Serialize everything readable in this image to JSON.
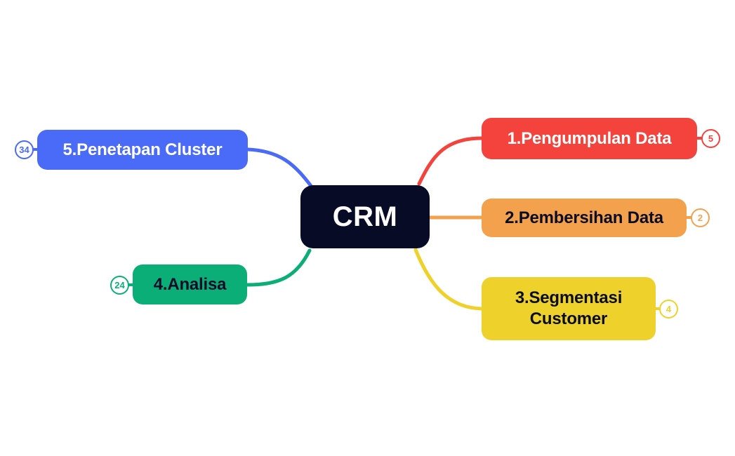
{
  "canvas": {
    "background": "#ffffff"
  },
  "root": {
    "label": "CRM",
    "bg": "#070b26",
    "text_color": "#ffffff"
  },
  "branches": [
    {
      "id": "pengumpulan-data",
      "label": "1.Pengumpulan Data",
      "badge": "5",
      "color": "#f4433c",
      "text_color": "#ffffff",
      "side": "right"
    },
    {
      "id": "pembersihan-data",
      "label": "2.Pembersihan Data",
      "badge": "2",
      "color": "#f4a14e",
      "text_color": "#0a0d28",
      "side": "right"
    },
    {
      "id": "segmentasi-customer",
      "label": "3.Segmentasi Customer",
      "badge": "4",
      "color": "#eed22b",
      "text_color": "#0a0d28",
      "side": "right"
    },
    {
      "id": "analisa",
      "label": "4.Analisa",
      "badge": "24",
      "color": "#0cae77",
      "text_color": "#0a0d28",
      "side": "left"
    },
    {
      "id": "penetapan-cluster",
      "label": "5.Penetapan Cluster",
      "badge": "34",
      "color": "#4a6bf7",
      "text_color": "#ffffff",
      "side": "left"
    }
  ]
}
